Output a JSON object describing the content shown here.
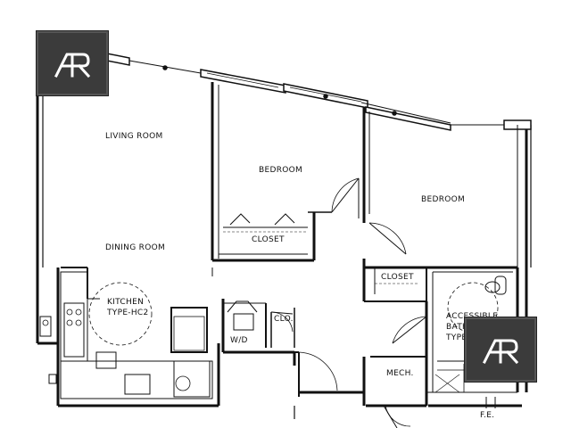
{
  "rooms": {
    "living_room": "LIVING ROOM",
    "dining_room": "DINING ROOM",
    "bedroom_1": "BEDROOM",
    "bedroom_2": "BEDROOM",
    "closet_1": "CLOSET",
    "closet_2": "CLOSET",
    "kitchen_line1": "KITCHEN",
    "kitchen_line2": "TYPE-HC2",
    "bath_line1": "ACCESSIBLE",
    "bath_line2": "BATHROOM",
    "bath_line3": "TYPE-6",
    "mech": "MECH.",
    "washer_dryer": "W/D",
    "linen_closet": "CLO.",
    "fire_extinguisher": "F.E."
  },
  "logo": {
    "icon": "monogram-logo-icon",
    "background_color": "#3b3b3b",
    "mark_color": "#ffffff"
  },
  "colors": {
    "line": "#111111",
    "wall": "#1a1a1a",
    "background": "#ffffff"
  }
}
